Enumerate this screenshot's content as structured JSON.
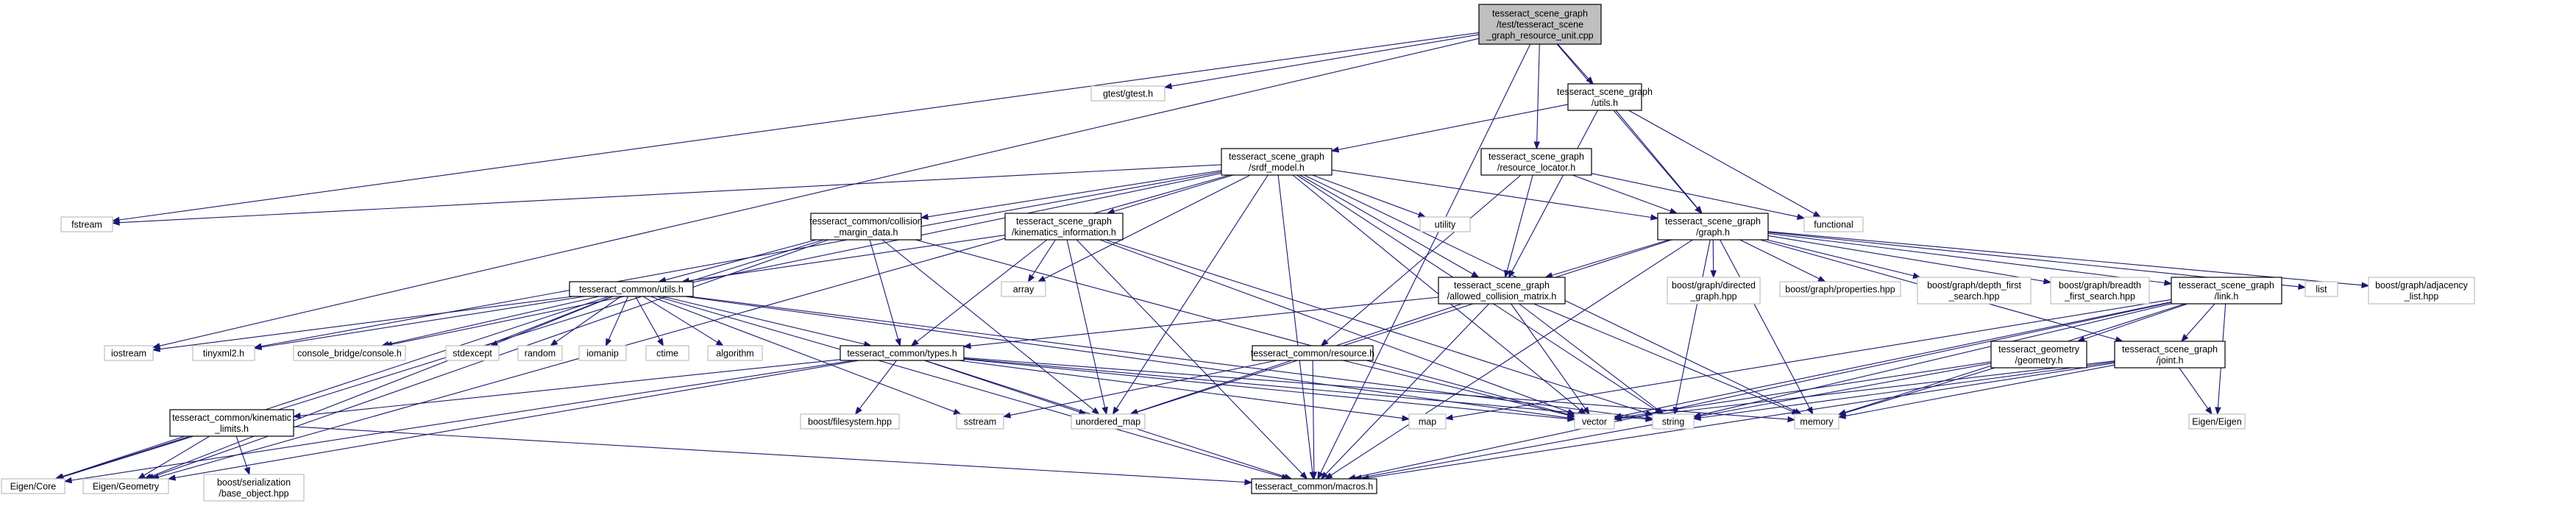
{
  "diagram": {
    "nodes": {
      "root": {
        "lines": [
          "tesseract_scene_graph",
          "/test/tesseract_scene",
          "_graph_resource_unit.cpp"
        ],
        "kind": "root"
      },
      "gtest": {
        "lines": [
          "gtest/gtest.h"
        ],
        "kind": "external"
      },
      "utils_sg": {
        "lines": [
          "tesseract_scene_graph",
          "/utils.h"
        ],
        "kind": "normal"
      },
      "srdf": {
        "lines": [
          "tesseract_scene_graph",
          "/srdf_model.h"
        ],
        "kind": "normal"
      },
      "resloc": {
        "lines": [
          "tesseract_scene_graph",
          "/resource_locator.h"
        ],
        "kind": "normal"
      },
      "fstream": {
        "lines": [
          "fstream"
        ],
        "kind": "external"
      },
      "functional": {
        "lines": [
          "functional"
        ],
        "kind": "external"
      },
      "utility": {
        "lines": [
          "utility"
        ],
        "kind": "external"
      },
      "collision": {
        "lines": [
          "tesseract_common/collision",
          "_margin_data.h"
        ],
        "kind": "normal"
      },
      "kin": {
        "lines": [
          "tesseract_scene_graph",
          "/kinematics_information.h"
        ],
        "kind": "normal"
      },
      "graph": {
        "lines": [
          "tesseract_scene_graph",
          "/graph.h"
        ],
        "kind": "normal"
      },
      "array": {
        "lines": [
          "array"
        ],
        "kind": "external"
      },
      "acm": {
        "lines": [
          "tesseract_scene_graph",
          "/allowed_collision_matrix.h"
        ],
        "kind": "normal"
      },
      "common_utils": {
        "lines": [
          "tesseract_common/utils.h"
        ],
        "kind": "normal"
      },
      "directed": {
        "lines": [
          "boost/graph/directed",
          "_graph.hpp"
        ],
        "kind": "external"
      },
      "properties": {
        "lines": [
          "boost/graph/properties.hpp"
        ],
        "kind": "external"
      },
      "dfs": {
        "lines": [
          "boost/graph/depth_first",
          "_search.hpp"
        ],
        "kind": "external"
      },
      "bfs": {
        "lines": [
          "boost/graph/breadth",
          "_first_search.hpp"
        ],
        "kind": "external"
      },
      "link": {
        "lines": [
          "tesseract_scene_graph",
          "/link.h"
        ],
        "kind": "normal"
      },
      "list": {
        "lines": [
          "list"
        ],
        "kind": "external"
      },
      "adjacency": {
        "lines": [
          "boost/graph/adjacency",
          "_list.hpp"
        ],
        "kind": "external"
      },
      "iostream": {
        "lines": [
          "iostream"
        ],
        "kind": "external"
      },
      "tinyxml": {
        "lines": [
          "tinyxml2.h"
        ],
        "kind": "external"
      },
      "console": {
        "lines": [
          "console_bridge/console.h"
        ],
        "kind": "external"
      },
      "stdexcept": {
        "lines": [
          "stdexcept"
        ],
        "kind": "external"
      },
      "random": {
        "lines": [
          "random"
        ],
        "kind": "external"
      },
      "iomanip": {
        "lines": [
          "iomanip"
        ],
        "kind": "external"
      },
      "ctime": {
        "lines": [
          "ctime"
        ],
        "kind": "external"
      },
      "algorithm": {
        "lines": [
          "algorithm"
        ],
        "kind": "external"
      },
      "types": {
        "lines": [
          "tesseract_common/types.h"
        ],
        "kind": "normal"
      },
      "resource": {
        "lines": [
          "tesseract_common/resource.h"
        ],
        "kind": "normal"
      },
      "geometry": {
        "lines": [
          "tesseract_geometry",
          "/geometry.h"
        ],
        "kind": "normal"
      },
      "joint": {
        "lines": [
          "tesseract_scene_graph",
          "/joint.h"
        ],
        "kind": "normal"
      },
      "kinlimits": {
        "lines": [
          "tesseract_common/kinematic",
          "_limits.h"
        ],
        "kind": "normal"
      },
      "filesystem": {
        "lines": [
          "boost/filesystem.hpp"
        ],
        "kind": "external"
      },
      "sstream": {
        "lines": [
          "sstream"
        ],
        "kind": "external"
      },
      "unordered_map": {
        "lines": [
          "unordered_map"
        ],
        "kind": "external"
      },
      "map": {
        "lines": [
          "map"
        ],
        "kind": "external"
      },
      "vector": {
        "lines": [
          "vector"
        ],
        "kind": "external"
      },
      "string": {
        "lines": [
          "string"
        ],
        "kind": "external"
      },
      "memory": {
        "lines": [
          "memory"
        ],
        "kind": "external"
      },
      "eigen": {
        "lines": [
          "Eigen/Eigen"
        ],
        "kind": "external"
      },
      "eigencore": {
        "lines": [
          "Eigen/Core"
        ],
        "kind": "external"
      },
      "eigengeo": {
        "lines": [
          "Eigen/Geometry"
        ],
        "kind": "external"
      },
      "serialization": {
        "lines": [
          "boost/serialization",
          "/base_object.hpp"
        ],
        "kind": "external"
      },
      "macros": {
        "lines": [
          "tesseract_common/macros.h"
        ],
        "kind": "normal"
      }
    },
    "colors": {
      "edge": "#191970",
      "root_fill": "#bfbfbf",
      "external_border": "#bfbfbf",
      "node_border": "#000000"
    }
  }
}
